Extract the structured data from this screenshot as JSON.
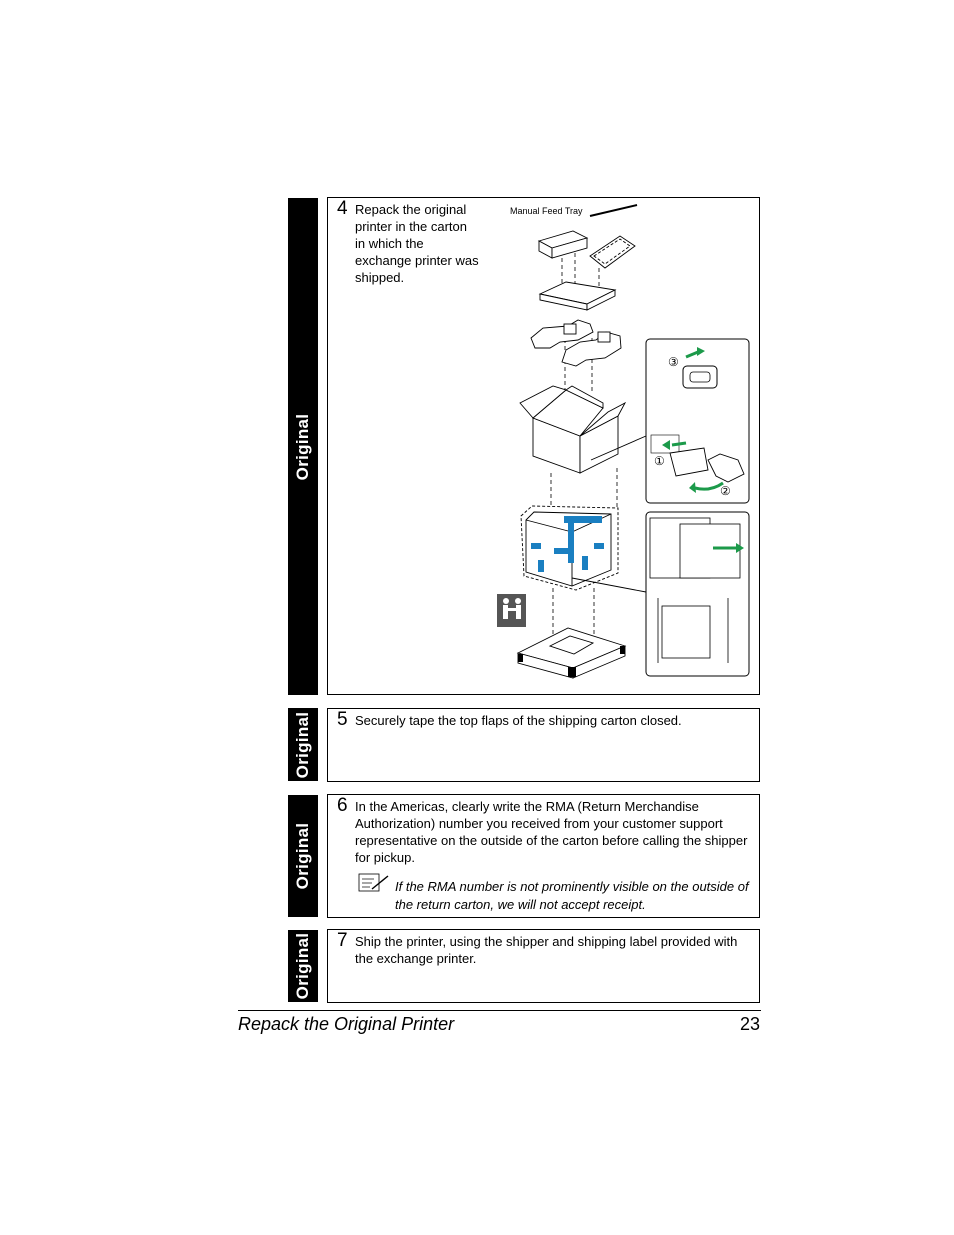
{
  "tab_label": "Original",
  "steps": [
    {
      "number": "4",
      "text": "Repack the original printer in the carton in which the exchange printer was shipped."
    },
    {
      "number": "5",
      "text": "Securely tape the top flaps of the shipping carton closed."
    },
    {
      "number": "6",
      "text": "In the Americas, clearly write the RMA (Return Merchandise Authorization) number you received from your customer support representative on the outside of the carton before calling the shipper for pickup."
    },
    {
      "number": "7",
      "text": "Ship the printer, using the shipper and shipping label provided with the exchange printer."
    }
  ],
  "note": "If the RMA number is not prominently visible on the outside of the return carton, we will not accept receipt.",
  "illustration": {
    "label": "Manual Feed Tray",
    "callouts": [
      "③",
      "①",
      "②"
    ],
    "accent_color": "#1c9a4a",
    "tape_color": "#1a7fc1"
  },
  "footer": {
    "title": "Repack the Original Printer",
    "page": "23"
  }
}
